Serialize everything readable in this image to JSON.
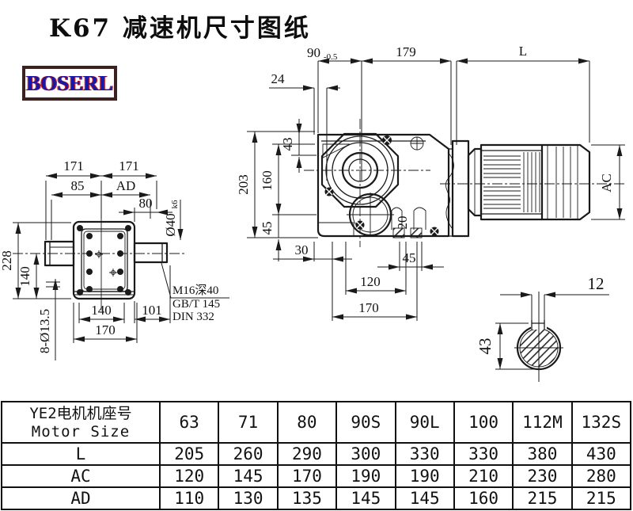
{
  "title": "K67 减速机尺寸图纸",
  "logo": "BOSERL",
  "drawing": {
    "rv": {
      "d90": "90",
      "d90tol": "-0.5",
      "d179": "179",
      "dL": "L",
      "d24": "24",
      "d203": "203",
      "d160": "160",
      "d43": "43",
      "d45l": "45",
      "d30": "30",
      "d120": "120",
      "d170": "170",
      "d45r": "45",
      "d20": "20",
      "dAC": "AC"
    },
    "lv": {
      "d171l": "171",
      "d171r": "171",
      "d85": "85",
      "dAD": "AD",
      "d80": "80",
      "d40": "Ø40",
      "d40tol": "k6",
      "d228": "228",
      "d140v": "140",
      "d8d135": "8-Ø13.5",
      "d140b": "140",
      "d101": "101",
      "d170b": "170",
      "note1": "M16深40",
      "note2": "GB/T 145",
      "note3": "DIN 332"
    },
    "dv": {
      "d12": "12",
      "d43": "43"
    }
  },
  "table": {
    "header_cn": "YE2电机机座号",
    "header_en": "Motor Size",
    "columns": [
      "63",
      "71",
      "80",
      "90S",
      "90L",
      "100",
      "112M",
      "132S"
    ],
    "rows": [
      {
        "label": "L",
        "values": [
          "205",
          "260",
          "290",
          "300",
          "330",
          "330",
          "380",
          "430"
        ]
      },
      {
        "label": "AC",
        "values": [
          "120",
          "145",
          "170",
          "190",
          "190",
          "210",
          "230",
          "280"
        ]
      },
      {
        "label": "AD",
        "values": [
          "110",
          "130",
          "135",
          "145",
          "145",
          "160",
          "215",
          "215"
        ]
      }
    ]
  },
  "colors": {
    "line": "#1a1a1a",
    "logo_text": "#1717a8",
    "logo_outline": "#c62828",
    "logo_border": "#3c2121"
  }
}
